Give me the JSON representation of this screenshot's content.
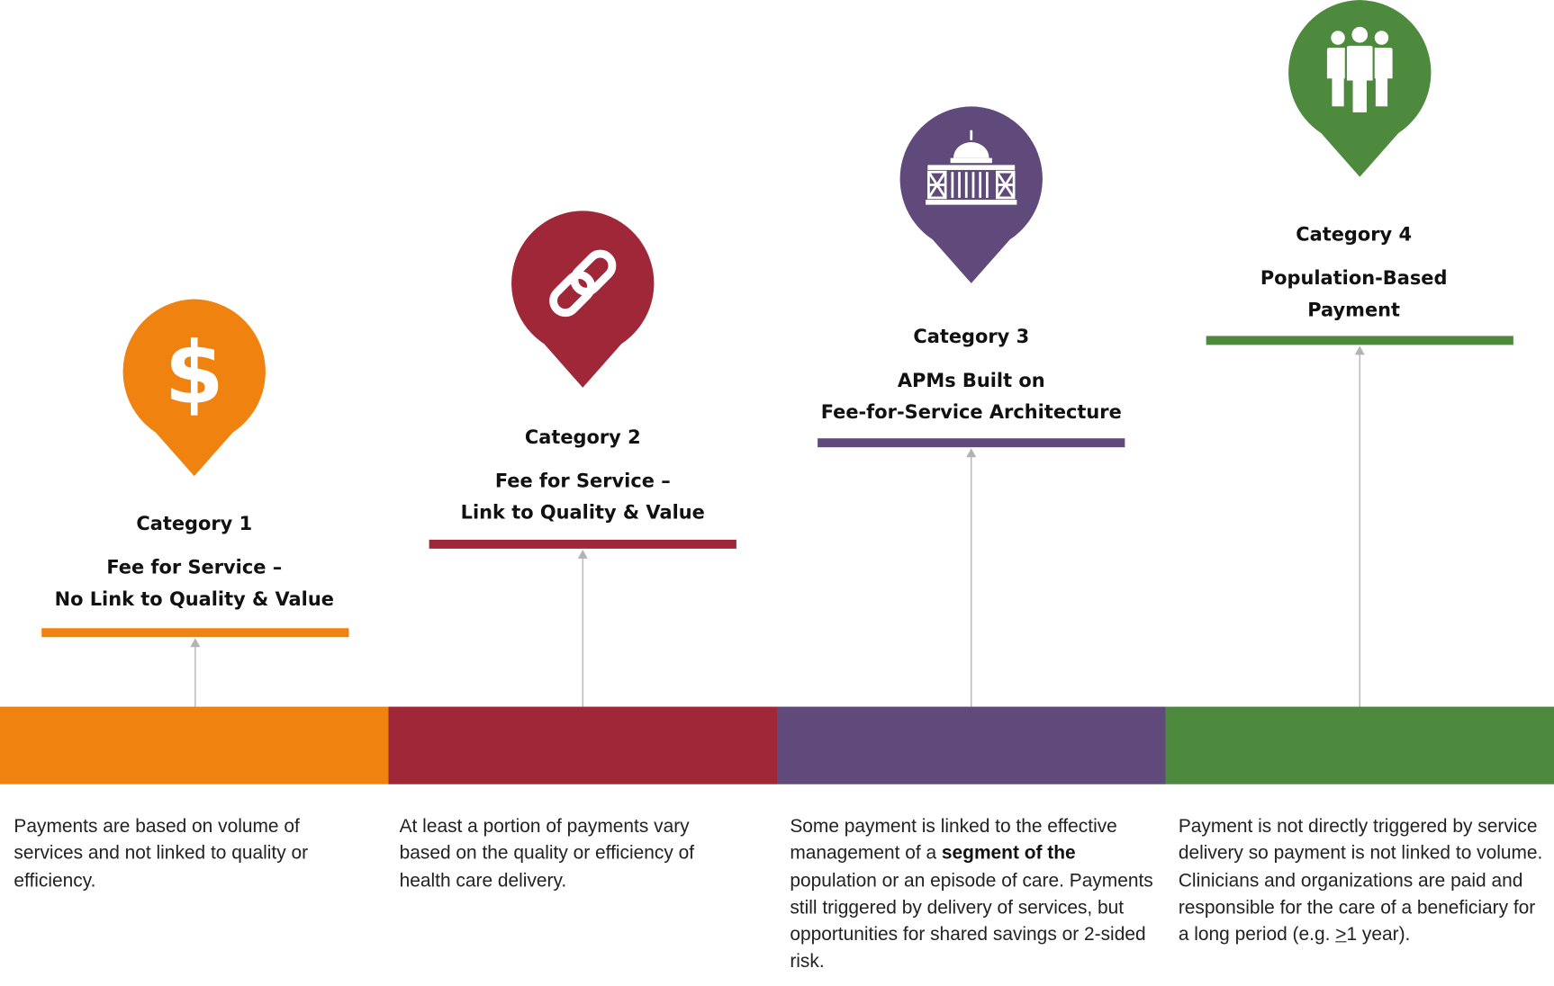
{
  "colors": {
    "orange": "#f0820f",
    "red": "#a02737",
    "purple": "#604a7b",
    "green": "#4e8a3e",
    "arrow": "#b3b3b3"
  },
  "categories": [
    {
      "title": "Category 1",
      "subtitle": "Fee for Service –\nNo Link to Quality & Value",
      "icon": "dollar-icon",
      "color": "#f0820f",
      "description": "Payments are based on volume of services and not linked to quality or efficiency."
    },
    {
      "title": "Category 2",
      "subtitle": "Fee for Service –\nLink to Quality & Value",
      "icon": "chain-link-icon",
      "color": "#a02737",
      "description": "At least a portion of payments vary based on the quality or efficiency of health care delivery."
    },
    {
      "title": "Category 3",
      "subtitle": "APMs Built on\nFee-for-Service Architecture",
      "icon": "capitol-building-icon",
      "color": "#604a7b",
      "description_before": "Some payment is linked to the effective management of a ",
      "description_bold": "segment of the",
      "description_after": " population or an episode of care. Payments still triggered by delivery of services, but opportunities for shared savings or 2-sided risk."
    },
    {
      "title": "Category 4",
      "subtitle": "Population-Based\nPayment",
      "icon": "people-group-icon",
      "color": "#4e8a3e",
      "description_before": "Payment is not directly triggered by service delivery so payment is not linked to volume. Clinicians and organizations are paid and responsible for the care of a beneficiary for a long period  (e.g. ",
      "description_underline": ">",
      "description_after": "1 year)."
    }
  ]
}
